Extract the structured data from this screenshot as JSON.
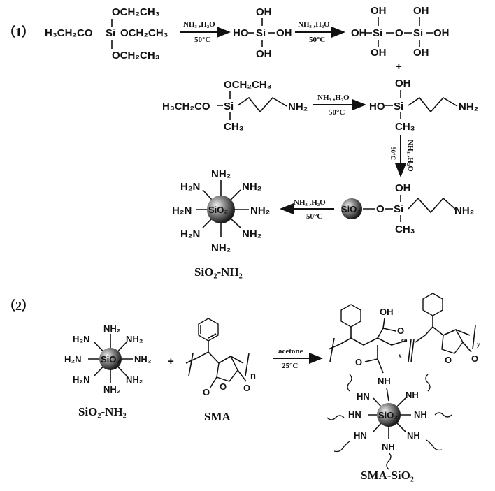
{
  "step1": {
    "label": "（1）",
    "teos": {
      "top": "OCH₂CH₃",
      "left": "H₃CH₂CO",
      "si": "Si",
      "right": "OCH₂CH₃",
      "bottom": "OCH₂CH₃"
    },
    "arrow1": {
      "top": "NH₃ ,H₂O",
      "bottom": "50°C"
    },
    "silanol": {
      "top": "OH",
      "left": "HO",
      "si": "Si",
      "right": "OH",
      "bottom": "OH"
    },
    "arrow2": {
      "top": "NH₃ ,H₂O",
      "bottom": "50°C"
    },
    "dimer": {
      "oh1": "OH",
      "oh2": "OH",
      "oh3": "OH",
      "oh4": "OH",
      "left": "OH",
      "si1": "Si",
      "o": "O",
      "si2": "Si",
      "right": "OH"
    },
    "plus": "+",
    "aminosilane": {
      "top": "OCH₂CH₃",
      "left": "H₃CH₂CO",
      "si": "Si",
      "nh2": "NH₂",
      "ch3": "CH₃"
    },
    "arrow3": {
      "top": "NH₃ ,H₂O",
      "bottom": "50°C"
    },
    "hydrolyzed": {
      "top": "OH",
      "left": "HO",
      "si": "Si",
      "nh2": "NH₂",
      "ch3": "CH₃"
    },
    "arrow4": {
      "top": "NH₃ ,H₂O",
      "bottom": "50°C"
    },
    "grafted": {
      "oh": "OH",
      "sio2": "SiO₂",
      "o": "O",
      "si": "Si",
      "nh2": "NH₂",
      "ch3": "CH₃"
    },
    "arrow5": {
      "top": "NH₃ ,H₂O",
      "bottom": "50°C"
    },
    "particle": {
      "core": "SiO₂",
      "group": "NH₂",
      "group_left": "H₂N"
    },
    "product_label": "SiO₂-NH₂"
  },
  "step2": {
    "label": "（2）",
    "particle": {
      "core": "SiO₂",
      "group": "NH₂",
      "group_left": "H₂N"
    },
    "particle_label": "SiO₂-NH₂",
    "plus": "+",
    "sma": {
      "n": "n",
      "o": "O",
      "label": "SMA"
    },
    "arrow": {
      "top": "acetone",
      "bottom": "25°C"
    },
    "product": {
      "oh": "OH",
      "o1": "O",
      "co": "co",
      "o2": "O",
      "o3": "O",
      "x": "x",
      "y": "y",
      "nh": "NH",
      "core": "SiO₂",
      "hn": "HN",
      "label": "SMA-SiO₂"
    }
  }
}
